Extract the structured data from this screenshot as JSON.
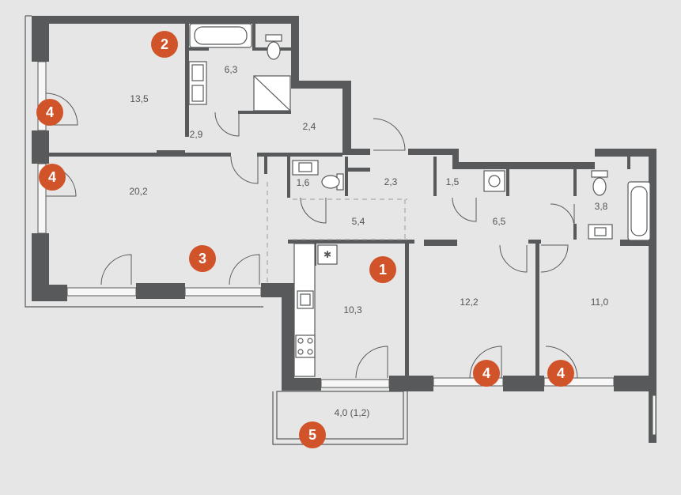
{
  "colors": {
    "background": "#e6e6e6",
    "walls": "#58595b",
    "marker": "#d0532a",
    "label_text": "#555555"
  },
  "room_labels": {
    "r13_5": "13,5",
    "r6_3": "6,3",
    "r2_9": "2,9",
    "r2_4": "2,4",
    "r20_2": "20,2",
    "r1_6": "1,6",
    "r2_3": "2,3",
    "r1_5": "1,5",
    "r5_4": "5,4",
    "r6_5": "6,5",
    "r3_8": "3,8",
    "r10_3": "10,3",
    "r12_2": "12,2",
    "r11_0": "11,0",
    "r4_0": "4,0 (1,2)"
  },
  "markers": {
    "m1": "1",
    "m2": "2",
    "m3": "3",
    "m4a": "4",
    "m4b": "4",
    "m4c": "4",
    "m4d": "4",
    "m5": "5"
  }
}
